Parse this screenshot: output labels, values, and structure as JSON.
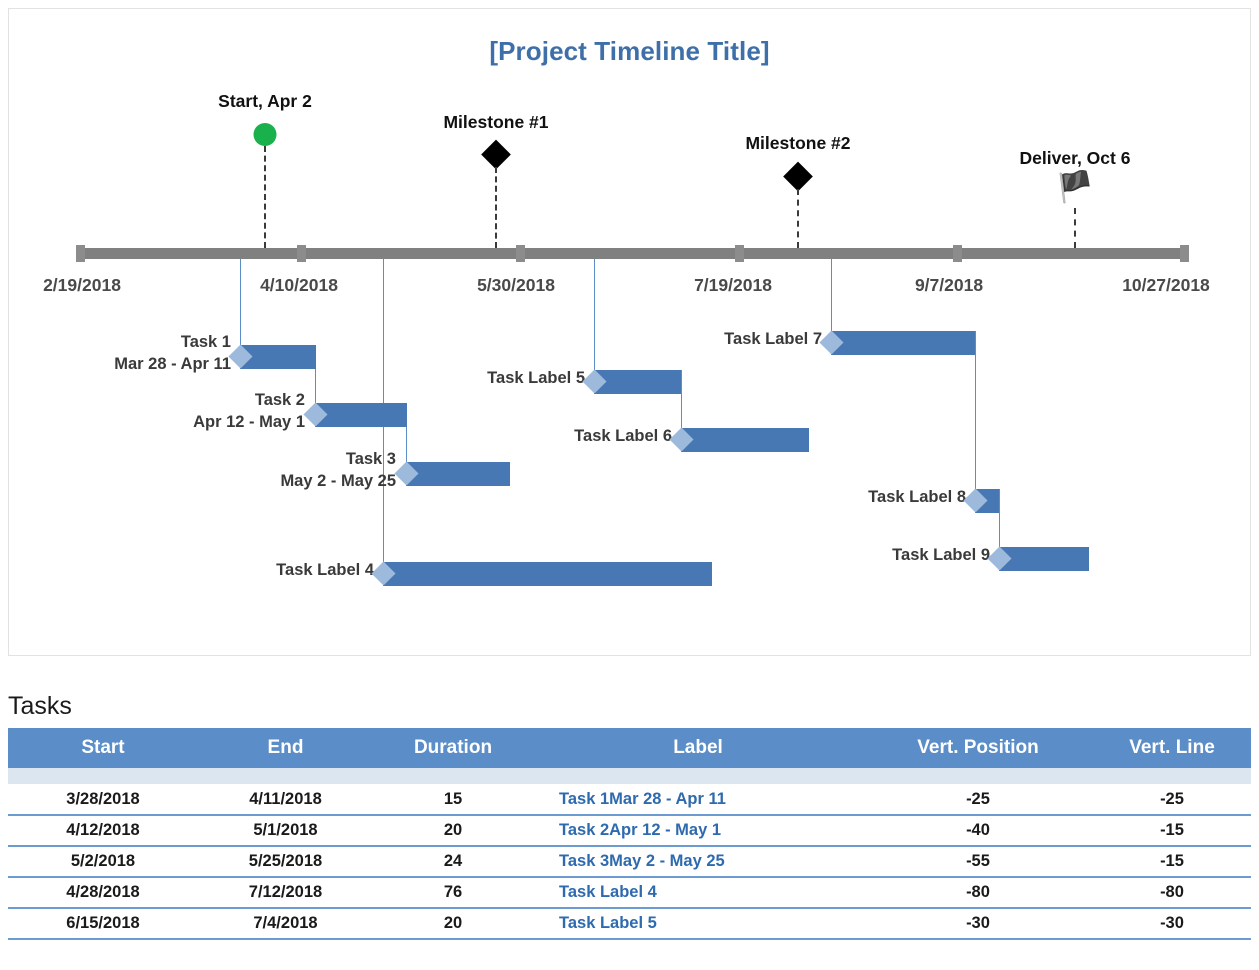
{
  "chart": {
    "title": "[Project Timeline Title]",
    "accent_color": "#3F6FA8",
    "bar_color": "#4878B4",
    "chevron_color": "#9DBADC",
    "axis_color": "#808080",
    "start_marker_color": "#18B14B",
    "milestone_marker_color": "#000000"
  },
  "chart_data": {
    "type": "bar",
    "title": "[Project Timeline Title]",
    "subtype": "gantt-timeline",
    "xlabel": "",
    "ylabel": "",
    "grid": false,
    "legend": "none",
    "axis_range": [
      "2/19/2018",
      "10/27/2018"
    ],
    "axis_ticks": [
      "2/19/2018",
      "4/10/2018",
      "5/30/2018",
      "7/19/2018",
      "9/7/2018",
      "10/27/2018"
    ],
    "milestones": [
      {
        "label": "Start, Apr 2",
        "date": "4/2/2018",
        "marker": "circle",
        "color": "#18B14B"
      },
      {
        "label": "Milestone #1",
        "date": "5/30/2018",
        "marker": "diamond",
        "color": "#000000"
      },
      {
        "label": "Milestone #2",
        "date": "8/1/2018",
        "marker": "diamond",
        "color": "#000000"
      },
      {
        "label": "Deliver, Oct 6",
        "date": "10/6/2018",
        "marker": "flag",
        "color": "#8a8567"
      }
    ],
    "tasks": [
      {
        "label": "Task 1",
        "sublabel": "Mar 28 - Apr 11",
        "start": "3/28/2018",
        "end": "4/11/2018",
        "duration": 15
      },
      {
        "label": "Task 2",
        "sublabel": "Apr 12 - May 1",
        "start": "4/12/2018",
        "end": "5/1/2018",
        "duration": 20
      },
      {
        "label": "Task 3",
        "sublabel": "May 2 - May 25",
        "start": "5/2/2018",
        "end": "5/25/2018",
        "duration": 24
      },
      {
        "label": "Task Label 4",
        "sublabel": "",
        "start": "4/28/2018",
        "end": "7/12/2018",
        "duration": 76
      },
      {
        "label": "Task Label 5",
        "sublabel": "",
        "start": "6/15/2018",
        "end": "7/4/2018",
        "duration": 20
      },
      {
        "label": "Task Label 6",
        "sublabel": "",
        "start": "7/5/2018",
        "end": "8/12/2018",
        "duration": 38
      },
      {
        "label": "Task Label 7",
        "sublabel": "",
        "start": "8/1/2018",
        "end": "9/10/2018",
        "duration": 40
      },
      {
        "label": "Task Label 8",
        "sublabel": "",
        "start": "9/11/2018",
        "end": "9/17/2018",
        "duration": 6
      },
      {
        "label": "Task Label 9",
        "sublabel": "",
        "start": "9/18/2018",
        "end": "10/10/2018",
        "duration": 22
      }
    ]
  },
  "timeline": {
    "milestones": [
      {
        "name": "start",
        "label": "Start, Apr 2",
        "icon": "green-circle-marker"
      },
      {
        "name": "milestone1",
        "label": "Milestone #1",
        "icon": "black-diamond-marker"
      },
      {
        "name": "milestone2",
        "label": "Milestone #2",
        "icon": "black-diamond-marker"
      },
      {
        "name": "deliver",
        "label": "Deliver, Oct 6",
        "icon": "checkered-flag-icon",
        "glyph": "🏴"
      }
    ],
    "axis_dates": [
      "2/19/2018",
      "4/10/2018",
      "5/30/2018",
      "7/19/2018",
      "9/7/2018",
      "10/27/2018"
    ],
    "bars": [
      {
        "label_line1": "Task 1",
        "label_line2": "Mar 28 - Apr 11"
      },
      {
        "label_line1": "Task 2",
        "label_line2": "Apr 12 - May 1"
      },
      {
        "label_line1": "Task 3",
        "label_line2": "May 2 - May 25"
      },
      {
        "label_line1": "Task Label 4",
        "label_line2": ""
      },
      {
        "label_line1": "Task Label 5",
        "label_line2": ""
      },
      {
        "label_line1": "Task Label 6",
        "label_line2": ""
      },
      {
        "label_line1": "Task Label 7",
        "label_line2": ""
      },
      {
        "label_line1": "Task Label 8",
        "label_line2": ""
      },
      {
        "label_line1": "Task Label 9",
        "label_line2": ""
      }
    ]
  },
  "tasks_section": {
    "heading": "Tasks",
    "columns": [
      "Start",
      "End",
      "Duration",
      "Label",
      "Vert. Position",
      "Vert. Line"
    ],
    "rows": [
      {
        "start": "3/28/2018",
        "end": "4/11/2018",
        "duration": "15",
        "label": "Task 1Mar 28 - Apr 11",
        "vert_position": "-25",
        "vert_line": "-25"
      },
      {
        "start": "4/12/2018",
        "end": "5/1/2018",
        "duration": "20",
        "label": "Task 2Apr 12 - May 1",
        "vert_position": "-40",
        "vert_line": "-15"
      },
      {
        "start": "5/2/2018",
        "end": "5/25/2018",
        "duration": "24",
        "label": "Task 3May 2 - May 25",
        "vert_position": "-55",
        "vert_line": "-15"
      },
      {
        "start": "4/28/2018",
        "end": "7/12/2018",
        "duration": "76",
        "label": "Task Label 4",
        "vert_position": "-80",
        "vert_line": "-80"
      },
      {
        "start": "6/15/2018",
        "end": "7/4/2018",
        "duration": "20",
        "label": "Task Label 5",
        "vert_position": "-30",
        "vert_line": "-30"
      }
    ]
  }
}
